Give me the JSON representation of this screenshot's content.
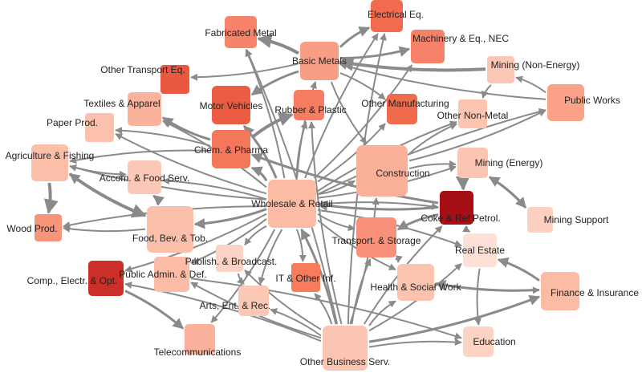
{
  "nodes": [
    {
      "id": "fabricated_metal",
      "label": "Fabricated Metal",
      "color": "#f7836a"
    },
    {
      "id": "electrical_eq",
      "label": "Electrical Eq.",
      "color": "#f36b4e"
    },
    {
      "id": "machinery",
      "label": "Machinery & Eq., NEC",
      "color": "#f7826a"
    },
    {
      "id": "basic_metals",
      "label": "Basic Metals",
      "color": "#fa9d85"
    },
    {
      "id": "other_transport",
      "label": "Other Transport Eq.",
      "color": "#ea5842"
    },
    {
      "id": "mining_nonenergy",
      "label": "Mining (Non-Energy)",
      "color": "#fcc8b6"
    },
    {
      "id": "public_works",
      "label": "Public Works",
      "color": "#fba289"
    },
    {
      "id": "textiles",
      "label": "Textiles & Apparel",
      "color": "#fbb29c"
    },
    {
      "id": "motor_vehicles",
      "label": "Motor Vehicles",
      "color": "#ec5c43"
    },
    {
      "id": "rubber_plastic",
      "label": "Rubber & Plastic",
      "color": "#f67c62"
    },
    {
      "id": "other_manufacturing",
      "label": "Other  Manufacturing",
      "color": "#f06a4c"
    },
    {
      "id": "other_nonmetal",
      "label": "Other Non-Metal",
      "color": "#fcc5b2"
    },
    {
      "id": "paper_prod",
      "label": "Paper Prod.",
      "color": "#fcc0ac"
    },
    {
      "id": "chem_pharma",
      "label": "Chem. & Pharma",
      "color": "#f4775b"
    },
    {
      "id": "agriculture",
      "label": "Agriculture & Fishing",
      "color": "#fcc0aa"
    },
    {
      "id": "construction",
      "label": "Construction",
      "color": "#fbb09a"
    },
    {
      "id": "mining_energy",
      "label": "Mining (Energy)",
      "color": "#fcc5b2"
    },
    {
      "id": "accom_food",
      "label": "Accom. & Food Serv.",
      "color": "#fcc9b8"
    },
    {
      "id": "wholesale_retail",
      "label": "Wholesale & Retail",
      "color": "#fcbba4"
    },
    {
      "id": "coke_petrol",
      "label": "Coke & Ref Petrol.",
      "color": "#a50f15"
    },
    {
      "id": "mining_support",
      "label": "Mining Support",
      "color": "#fdd0c0"
    },
    {
      "id": "wood_prod",
      "label": "Wood Prod.",
      "color": "#f8947a"
    },
    {
      "id": "food_bev",
      "label": "Food, Bev. & Tob.",
      "color": "#fcc0aa"
    },
    {
      "id": "transport_storage",
      "label": "Transport. & Storage",
      "color": "#f8907a"
    },
    {
      "id": "real_estate",
      "label": "Real Estate",
      "color": "#fee1d6"
    },
    {
      "id": "publish_broadcast",
      "label": "Publish. & Broadcast.",
      "color": "#fcd3c4"
    },
    {
      "id": "comp_electr",
      "label": "Comp., Electr. & Opt.",
      "color": "#cb3028"
    },
    {
      "id": "public_admin",
      "label": "Public Admin. & Def.",
      "color": "#fcbca6"
    },
    {
      "id": "it_other",
      "label": "IT & Other Inf.",
      "color": "#f87b5e"
    },
    {
      "id": "health_social",
      "label": "Health & Social Work",
      "color": "#fcc3ae"
    },
    {
      "id": "finance_insurance",
      "label": "Finance & Insurance",
      "color": "#fcbba5"
    },
    {
      "id": "arts_ent",
      "label": "Arts, Ent. & Rec.",
      "color": "#fcc8b6"
    },
    {
      "id": "telecom",
      "label": "Telecommunications",
      "color": "#fbb29c"
    },
    {
      "id": "education",
      "label": "Education",
      "color": "#fdd3c4"
    },
    {
      "id": "other_business",
      "label": "Other Business Serv.",
      "color": "#fcc5b1"
    }
  ],
  "edges": [
    {
      "from": "wholesale_retail",
      "to": "fabricated_metal",
      "weight": 2
    },
    {
      "from": "wholesale_retail",
      "to": "electrical_eq",
      "weight": 2
    },
    {
      "from": "wholesale_retail",
      "to": "machinery",
      "weight": 2
    },
    {
      "from": "wholesale_retail",
      "to": "basic_metals",
      "weight": 2
    },
    {
      "from": "wholesale_retail",
      "to": "motor_vehicles",
      "weight": 3
    },
    {
      "from": "wholesale_retail",
      "to": "rubber_plastic",
      "weight": 2
    },
    {
      "from": "wholesale_retail",
      "to": "other_manufacturing",
      "weight": 2
    },
    {
      "from": "wholesale_retail",
      "to": "other_nonmetal",
      "weight": 2
    },
    {
      "from": "wholesale_retail",
      "to": "textiles",
      "weight": 2
    },
    {
      "from": "wholesale_retail",
      "to": "paper_prod",
      "weight": 2
    },
    {
      "from": "wholesale_retail",
      "to": "chem_pharma",
      "weight": 3
    },
    {
      "from": "wholesale_retail",
      "to": "agriculture",
      "weight": 2
    },
    {
      "from": "wholesale_retail",
      "to": "accom_food",
      "weight": 2
    },
    {
      "from": "wholesale_retail",
      "to": "food_bev",
      "weight": 3
    },
    {
      "from": "wholesale_retail",
      "to": "wood_prod",
      "weight": 2
    },
    {
      "from": "wholesale_retail",
      "to": "comp_electr",
      "weight": 2
    },
    {
      "from": "wholesale_retail",
      "to": "publish_broadcast",
      "weight": 2
    },
    {
      "from": "wholesale_retail",
      "to": "it_other",
      "weight": 2
    },
    {
      "from": "wholesale_retail",
      "to": "construction",
      "weight": 2
    },
    {
      "from": "wholesale_retail",
      "to": "coke_petrol",
      "weight": 2
    },
    {
      "from": "wholesale_retail",
      "to": "mining_energy",
      "weight": 2
    },
    {
      "from": "wholesale_retail",
      "to": "public_works",
      "weight": 2
    },
    {
      "from": "wholesale_retail",
      "to": "transport_storage",
      "weight": 2
    },
    {
      "from": "wholesale_retail",
      "to": "real_estate",
      "weight": 2
    },
    {
      "from": "wholesale_retail",
      "to": "health_social",
      "weight": 2
    },
    {
      "from": "wholesale_retail",
      "to": "public_admin",
      "weight": 2
    },
    {
      "from": "wholesale_retail",
      "to": "arts_ent",
      "weight": 2
    },
    {
      "from": "wholesale_retail",
      "to": "telecom",
      "weight": 2
    },
    {
      "from": "other_business",
      "to": "wholesale_retail",
      "weight": 3
    },
    {
      "from": "other_business",
      "to": "electrical_eq",
      "weight": 2
    },
    {
      "from": "other_business",
      "to": "fabricated_metal",
      "weight": 2
    },
    {
      "from": "other_business",
      "to": "rubber_plastic",
      "weight": 2
    },
    {
      "from": "other_business",
      "to": "construction",
      "weight": 2
    },
    {
      "from": "other_business",
      "to": "transport_storage",
      "weight": 2
    },
    {
      "from": "other_business",
      "to": "it_other",
      "weight": 2
    },
    {
      "from": "other_business",
      "to": "publish_broadcast",
      "weight": 2
    },
    {
      "from": "other_business",
      "to": "arts_ent",
      "weight": 2
    },
    {
      "from": "other_business",
      "to": "health_social",
      "weight": 2
    },
    {
      "from": "other_business",
      "to": "finance_insurance",
      "weight": 3
    },
    {
      "from": "other_business",
      "to": "education",
      "weight": 2
    },
    {
      "from": "other_business",
      "to": "real_estate",
      "weight": 2
    },
    {
      "from": "other_business",
      "to": "public_admin",
      "weight": 2
    },
    {
      "from": "other_business",
      "to": "comp_electr",
      "weight": 2
    },
    {
      "from": "other_business",
      "to": "coke_petrol",
      "weight": 2
    },
    {
      "from": "basic_metals",
      "to": "fabricated_metal",
      "weight": 4
    },
    {
      "from": "basic_metals",
      "to": "electrical_eq",
      "weight": 3
    },
    {
      "from": "basic_metals",
      "to": "machinery",
      "weight": 3
    },
    {
      "from": "basic_metals",
      "to": "other_transport",
      "weight": 2
    },
    {
      "from": "basic_metals",
      "to": "motor_vehicles",
      "weight": 3
    },
    {
      "from": "basic_metals",
      "to": "other_manufacturing",
      "weight": 2
    },
    {
      "from": "basic_metals",
      "to": "construction",
      "weight": 2
    },
    {
      "from": "mining_nonenergy",
      "to": "basic_metals",
      "weight": 4
    },
    {
      "from": "mining_nonenergy",
      "to": "other_nonmetal",
      "weight": 2
    },
    {
      "from": "public_works",
      "to": "basic_metals",
      "weight": 2
    },
    {
      "from": "public_works",
      "to": "mining_nonenergy",
      "weight": 2
    },
    {
      "from": "chem_pharma",
      "to": "textiles",
      "weight": 3
    },
    {
      "from": "chem_pharma",
      "to": "paper_prod",
      "weight": 2
    },
    {
      "from": "chem_pharma",
      "to": "rubber_plastic",
      "weight": 4
    },
    {
      "from": "chem_pharma",
      "to": "agriculture",
      "weight": 2
    },
    {
      "from": "coke_petrol",
      "to": "chem_pharma",
      "weight": 3
    },
    {
      "from": "coke_petrol",
      "to": "transport_storage",
      "weight": 3
    },
    {
      "from": "coke_petrol",
      "to": "wholesale_retail",
      "weight": 3
    },
    {
      "from": "mining_energy",
      "to": "coke_petrol",
      "weight": 4
    },
    {
      "from": "mining_energy",
      "to": "mining_support",
      "weight": 3
    },
    {
      "from": "mining_support",
      "to": "mining_energy",
      "weight": 3
    },
    {
      "from": "coke_petrol",
      "to": "mining_energy",
      "weight": 2
    },
    {
      "from": "coke_petrol",
      "to": "real_estate",
      "weight": 2
    },
    {
      "from": "construction",
      "to": "mining_energy",
      "weight": 2
    },
    {
      "from": "construction",
      "to": "public_works",
      "weight": 2
    },
    {
      "from": "construction",
      "to": "other_nonmetal",
      "weight": 2
    },
    {
      "from": "agriculture",
      "to": "food_bev",
      "weight": 4
    },
    {
      "from": "agriculture",
      "to": "wood_prod",
      "weight": 4
    },
    {
      "from": "agriculture",
      "to": "accom_food",
      "weight": 2
    },
    {
      "from": "food_bev",
      "to": "agriculture",
      "weight": 3
    },
    {
      "from": "food_bev",
      "to": "accom_food",
      "weight": 3
    },
    {
      "from": "food_bev",
      "to": "wood_prod",
      "weight": 2
    },
    {
      "from": "finance_insurance",
      "to": "real_estate",
      "weight": 3
    },
    {
      "from": "finance_insurance",
      "to": "health_social",
      "weight": 3
    },
    {
      "from": "real_estate",
      "to": "education",
      "weight": 2
    },
    {
      "from": "transport_storage",
      "to": "health_social",
      "weight": 2
    },
    {
      "from": "health_social",
      "to": "finance_insurance",
      "weight": 2
    },
    {
      "from": "comp_electr",
      "to": "telecom",
      "weight": 3
    },
    {
      "from": "publish_broadcast",
      "to": "arts_ent",
      "weight": 2
    },
    {
      "from": "public_admin",
      "to": "education",
      "weight": 2
    }
  ]
}
